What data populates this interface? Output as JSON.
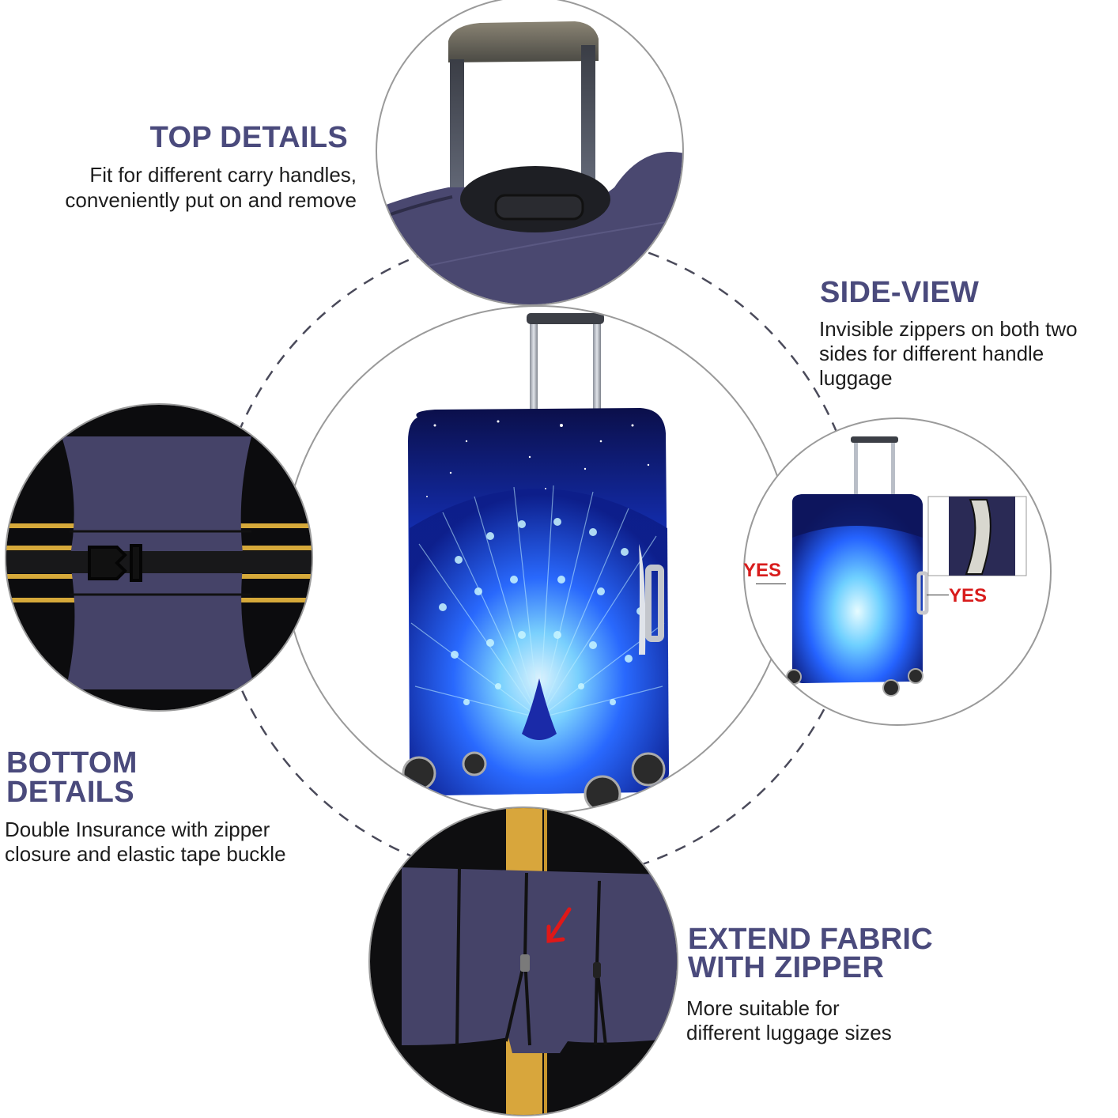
{
  "colors": {
    "heading": "#4a4a7c",
    "body_text": "#1d1d1d",
    "annotation_red": "#d81c1c",
    "fabric_navy": "#45436a",
    "circle_border": "#9a9a9a",
    "dashed_ring": "#4a4a5a",
    "print_blue": "#1a4dff"
  },
  "sections": {
    "top": {
      "heading": "TOP DETAILS",
      "description_lines": [
        "Fit for different carry handles,",
        "conveniently put on and remove"
      ],
      "image": "cover-top-handle-opening-photo"
    },
    "side": {
      "heading": "SIDE-VIEW",
      "description_lines": [
        "Invisible zippers on both two",
        "sides for different handle",
        "luggage"
      ],
      "image": "side-view-luggage-with-zipper-inset-photo",
      "annotations": [
        "YES",
        "YES"
      ]
    },
    "bottom": {
      "heading_lines": [
        "BOTTOM",
        "DETAILS"
      ],
      "description_lines": [
        "Double Insurance with zipper",
        "closure and elastic tape buckle"
      ],
      "image": "bottom-zipper-and-buckle-photo"
    },
    "extend": {
      "heading_lines": [
        "EXTEND FABRIC",
        "WITH ZIPPER"
      ],
      "description_lines": [
        "More suitable for",
        "different luggage sizes"
      ],
      "image": "extend-fabric-zipper-photo",
      "arrow": "red-arrow-down-left"
    }
  },
  "center_product": {
    "image": "peacock-print-luggage-cover-on-suitcase",
    "print_theme": "blue peacock under starry sky"
  }
}
